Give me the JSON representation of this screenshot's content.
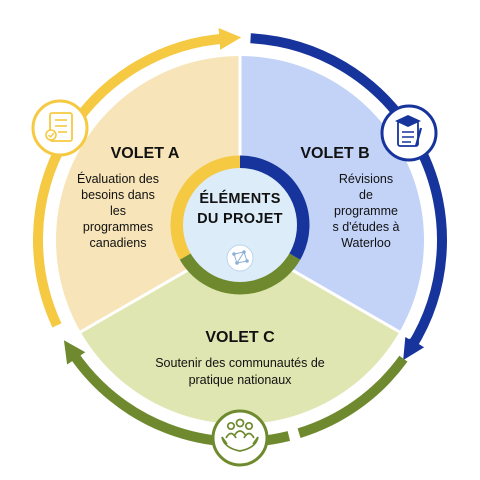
{
  "center": {
    "title_lines": [
      "ÉLÉMENTS",
      "DU PROJET"
    ],
    "icon": "network-nodes-icon"
  },
  "volets": [
    {
      "title": "VOLET A",
      "text_lines": [
        "Évaluation des",
        "besoins dans",
        "les",
        "programmes",
        "canadiens"
      ],
      "icon": "checklist-document-icon",
      "fill_color": "#f7e5b9",
      "arc_color": "#f6c943"
    },
    {
      "title": "VOLET B",
      "text_lines": [
        "Révisions",
        "de",
        "programme",
        "s d'études à",
        "Waterloo"
      ],
      "icon": "graduation-cap-checklist-icon",
      "fill_color": "#c3d3f8",
      "arc_color": "#16349c"
    },
    {
      "title": "VOLET C",
      "text_lines": [
        "Soutenir des communautés de",
        "pratique nationaux"
      ],
      "icon": "community-hands-icon",
      "fill_color": "#dfe6b1",
      "arc_color": "#6f8a2e"
    }
  ],
  "colors": {
    "center_fill": "#dcecf9",
    "icon_circle_fill": "#ffffff",
    "divider": "#ffffff"
  }
}
